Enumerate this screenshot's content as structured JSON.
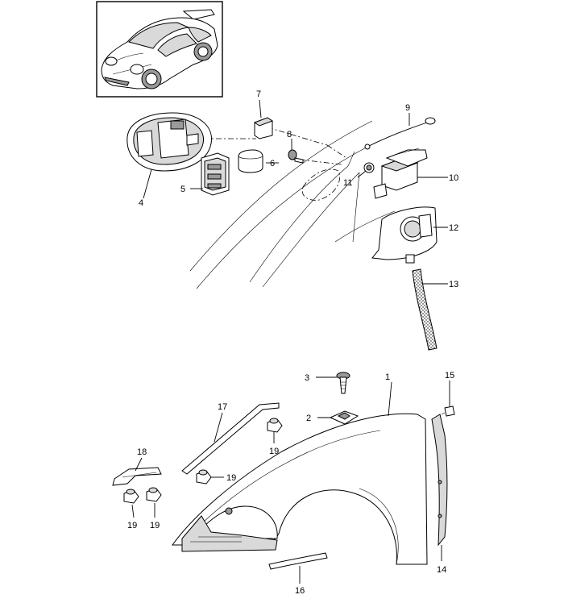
{
  "callouts": [
    {
      "id": "1",
      "label": "1"
    },
    {
      "id": "2",
      "label": "2"
    },
    {
      "id": "3",
      "label": "3"
    },
    {
      "id": "4",
      "label": "4"
    },
    {
      "id": "5",
      "label": "5"
    },
    {
      "id": "6",
      "label": "6"
    },
    {
      "id": "7",
      "label": "7"
    },
    {
      "id": "8",
      "label": "8"
    },
    {
      "id": "9",
      "label": "9"
    },
    {
      "id": "10",
      "label": "10"
    },
    {
      "id": "11",
      "label": "11"
    },
    {
      "id": "12",
      "label": "12"
    },
    {
      "id": "13",
      "label": "13"
    },
    {
      "id": "14",
      "label": "14"
    },
    {
      "id": "15",
      "label": "15"
    },
    {
      "id": "16",
      "label": "16"
    },
    {
      "id": "17",
      "label": "17"
    },
    {
      "id": "18",
      "label": "18"
    },
    {
      "id": "19a",
      "label": "19"
    },
    {
      "id": "19b",
      "label": "19"
    },
    {
      "id": "19c",
      "label": "19"
    },
    {
      "id": "19d",
      "label": "19"
    }
  ]
}
